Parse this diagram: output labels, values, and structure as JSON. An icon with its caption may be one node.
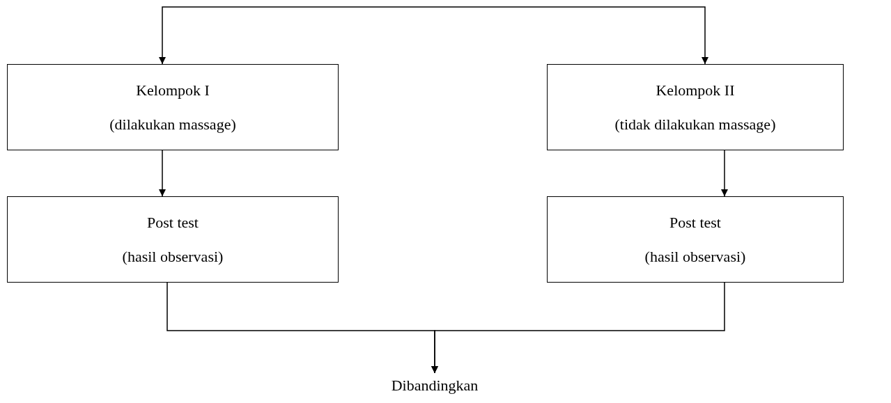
{
  "diagram": {
    "nodes": [
      {
        "text": [
          "Kelompok I",
          "(dilakukan massage)"
        ]
      },
      {
        "text": [
          "Kelompok II",
          "(tidak dilakukan massage)"
        ]
      },
      {
        "text": [
          "Post test",
          "(hasil observasi)"
        ]
      },
      {
        "text": [
          "Post test",
          "(hasil observasi)"
        ]
      },
      {
        "text": [
          "Dibandingkan"
        ]
      }
    ],
    "edges": [
      {
        "from": 0,
        "to": 1,
        "arrow": "both"
      },
      {
        "from": 0,
        "to": 2,
        "arrow": "to"
      },
      {
        "from": 1,
        "to": 3,
        "arrow": "to"
      },
      {
        "from": 2,
        "to": 4,
        "arrow": "to"
      },
      {
        "from": 3,
        "to": 4,
        "arrow": "to"
      }
    ]
  }
}
